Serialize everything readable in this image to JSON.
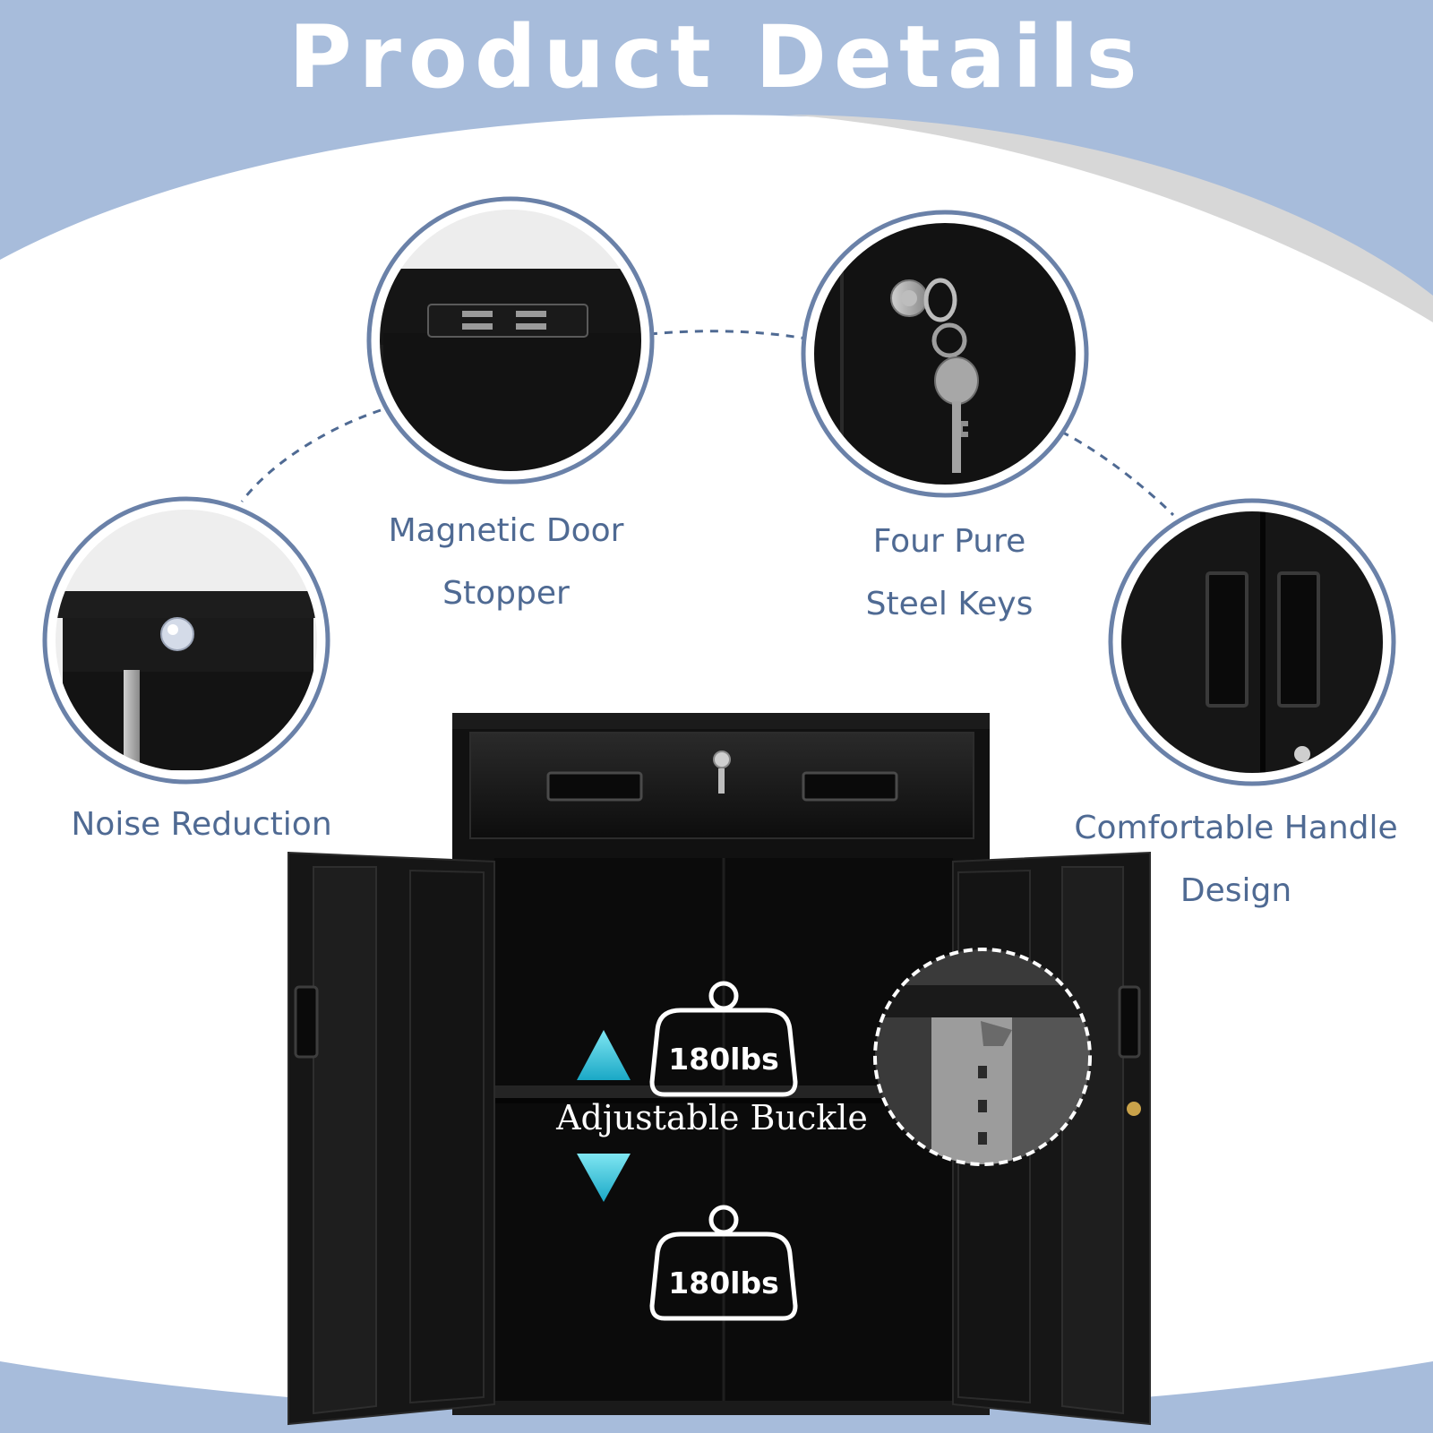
{
  "title": "Product Details",
  "callouts": [
    {
      "name": "magnetic-door-stopper",
      "line1": "Magnetic Door",
      "line2": "Stopper"
    },
    {
      "name": "four-pure-steel-keys",
      "line1": "Four Pure",
      "line2": "Steel Keys"
    },
    {
      "name": "noise-reduction",
      "line1": "Noise Reduction",
      "line2": ""
    },
    {
      "name": "comfortable-handle-design",
      "line1": "Comfortable Handle",
      "line2": "Design"
    }
  ],
  "shelf": {
    "upper_capacity": "180lbs",
    "lower_capacity": "180lbs",
    "adjustable_label": "Adjustable Buckle"
  },
  "colors": {
    "background_blue": "#a7bcdb",
    "caption_text": "#4f6a93",
    "circle_border": "#6a81a8",
    "cabinet_black": "#161616",
    "arrow_cyan": "#29c3dd"
  }
}
